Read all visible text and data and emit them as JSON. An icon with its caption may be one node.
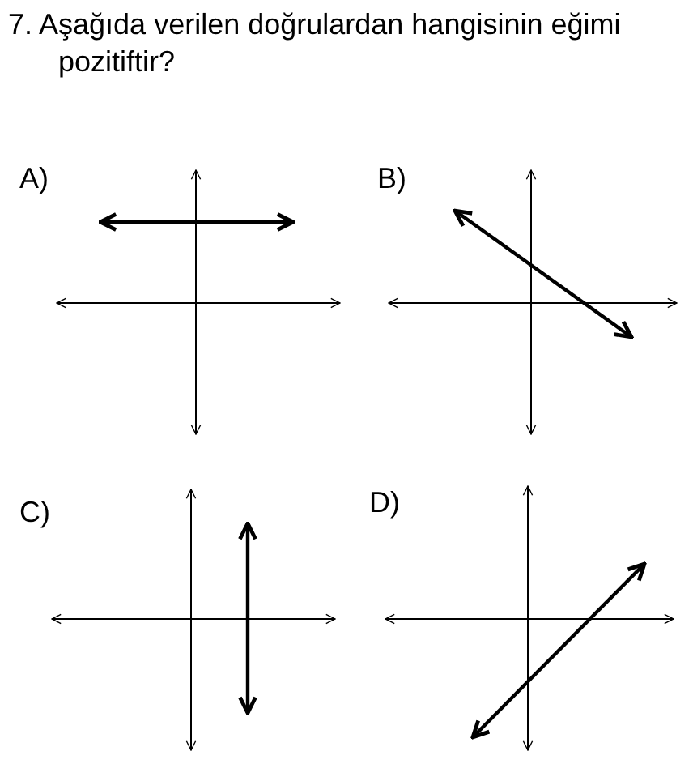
{
  "diagram": {
    "title": "7. Aşağıda verilen doğrulardan hangisinin eğimi pozitiftir?",
    "labels": [
      "A)",
      "B)",
      "C)",
      "D)"
    ]
  }
}
